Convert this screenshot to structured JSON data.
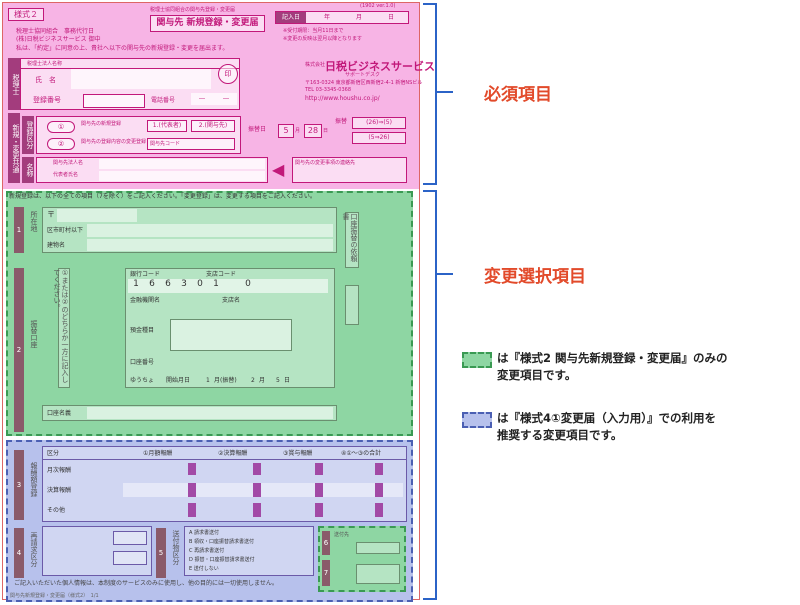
{
  "form": {
    "form_no": "様式２",
    "header_small": "税理士協同組合の関与先登録・変更届",
    "header_title": "関与先 新規登録・変更届",
    "date_label": "記入日",
    "date_units": [
      "年",
      "月",
      "日"
    ],
    "form_code": "(1902 ver.1.0)",
    "org_lines": [
      "税理士協同組合　事務代行日",
      "(株)日税ビジネスサービス 御中"
    ],
    "agreement": "私は、「約定」に同意の上、貴社へ以下の関与先の新規登録・変更を届出ます。",
    "tax_label": "税理士",
    "tax_corp_label": "税理士法人名称",
    "name_label": "氏　名",
    "seal": "印",
    "reg_label": "登録番号",
    "phone_label": "電話番号",
    "phone_sep": "―　　　―",
    "company_small": "株式会社",
    "company": "日税ビジネスサービス",
    "company_sub": "サポートデスク",
    "company_address": "〒163-0324 東京都新宿区西新宿2-4-1 新宿NSビル",
    "company_tel": "TEL 03-3345-0368",
    "company_url": "http://www.houshu.co.jp/",
    "deadline_note": "※受付期限：当月11日まで",
    "deadline_note2": "※変更の反映は翌月以降となります",
    "side_label": "新規・変更共通",
    "reg_class_label": "登録区分",
    "opt1": "①",
    "opt1_text": "関与先の新規登録",
    "opt2": "②",
    "opt2_text": "関与先の登録内容の変更登録",
    "new_types": [
      "1.(代表者)",
      "2.(関与先)"
    ],
    "code_label": "関与先コード",
    "start_label": "振替日",
    "start_month": "5",
    "start_day": "28",
    "start_units": [
      "月",
      "日"
    ],
    "reason_label": "振替",
    "trans_fields": [
      "(26)⇒(5)",
      "(5⇒26)"
    ],
    "client_label": "名称",
    "client_name_label": "関与先法人名",
    "client_rep_label": "代表者氏名",
    "contact_note": "関与先の変更事項の連絡先"
  },
  "green": {
    "intro": "新規登録は、以下の全ての項目（7を除く）をご記入ください。「変更登録」は、変更する項目をご記入ください。",
    "sec1_num": "1",
    "sec1_label": "所在地",
    "postal_mark": "〒",
    "city_label": "区市町村以下",
    "building_label": "建物名",
    "sec2_num": "2",
    "sec2_label": "振替口座",
    "sec2_note": "①または②のどちらか一方に記入してください。",
    "bank_code_label": "銀行コード",
    "branch_code_label": "支店コード",
    "bank_code_digits": [
      "1",
      "6",
      "6",
      "3",
      "0",
      "1",
      "",
      "0"
    ],
    "bank_name_label": "金融機関名",
    "branch_name_label": "支店名",
    "deposit_label": "預金種目",
    "account_label": "口座番号",
    "holder_label": "口座名義",
    "yucho_label": "ゆうちょ",
    "period_label": "開始月日",
    "period_values": [
      "1",
      "2",
      "5"
    ],
    "period_units": [
      "月(振替)",
      "月",
      "日"
    ],
    "side_note": "口座振替の依頼書"
  },
  "blue": {
    "sec3_num": "3",
    "sec3_label": "報酬額登録",
    "col_headers": [
      "区分",
      "①月額報酬",
      "②決算報酬",
      "③賞与報酬",
      "④①〜③の合計"
    ],
    "row1": "月次報酬",
    "row2": "決算報酬",
    "row3": "その他",
    "sec4_num": "4",
    "sec4_label": "再請求区分",
    "sec5_num": "5",
    "sec5_label": "送付物区分",
    "send_options": [
      "A 請求書送付",
      "B 領収・口座振替請求書送付",
      "C 再請求書送付",
      "D 振替・口座振替請求書送付",
      "E 送付しない"
    ],
    "sec6_num": "6",
    "sec7_num": "7",
    "agent_label": "送付先",
    "privacy": "ご記入いただいた個人情報は、本制度のサービスのみに使用し、他の目的には一切使用しません。",
    "footer": "関与先新規登録・変更届（様式2）　1/1"
  },
  "callouts": {
    "required": "必須項目",
    "select": "変更選択項目"
  },
  "legend": {
    "green_line1": "は『様式2 関与先新規登録・変更届』のみの",
    "green_line2": "変更項目です。",
    "blue_line1": "は『様式4①変更届（入力用）』での利用を",
    "blue_line2": "推奨する変更項目です。"
  },
  "colors": {
    "required_zone": "#f7b4e5",
    "green_zone": "#8ed6a3",
    "blue_zone": "#b7c1ec",
    "bracket": "#2b63c7",
    "callout_text": "#e24a2a"
  }
}
